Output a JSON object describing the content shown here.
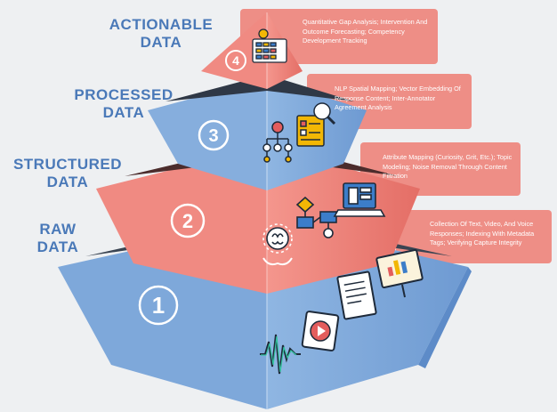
{
  "levels": [
    {
      "number": "1",
      "label_line1": "RAW",
      "label_line2": "DATA",
      "callout": "Collection Of Text, Video, And Voice Responses; Indexing With Metadata Tags; Verifying Capture Integrity",
      "icons": [
        "waveform-icon",
        "video-icon",
        "document-icon",
        "presentation-chart-icon"
      ]
    },
    {
      "number": "2",
      "label_line1": "STRUCTURED",
      "label_line2": "DATA",
      "callout": "Attribute Mapping (Curiosity, Grit, Etc.); Topic Modeling; Noise Removal Through Content Filtration",
      "icons": [
        "brain-hands-icon",
        "flowchart-icon",
        "laptop-data-icon"
      ]
    },
    {
      "number": "3",
      "label_line1": "PROCESSED",
      "label_line2": "DATA",
      "callout": "NLP Spatial Mapping; Vector Embedding Of Response Content; Inter-Annotator Agreement Analysis",
      "icons": [
        "hierarchy-icon",
        "data-analysis-icon"
      ]
    },
    {
      "number": "4",
      "label_line1": "ACTIONABLE",
      "label_line2": "DATA",
      "callout": "Quantitative Gap Analysis; Intervention And Outcome Forecasting; Competency Development Tracking",
      "icons": [
        "dashboard-icon"
      ]
    }
  ],
  "colors": {
    "blue_tier": "#8ab3e0",
    "red_tier": "#ec7e76",
    "label_blue": "#4a79b8",
    "callout_bg": "#ee8e86",
    "background": "#eef0f2"
  }
}
